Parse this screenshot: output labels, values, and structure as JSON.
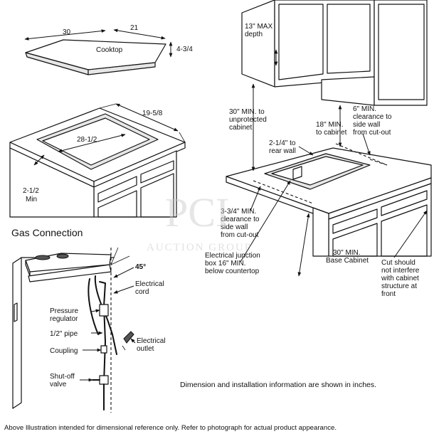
{
  "cooktop": {
    "label": "Cooktop",
    "width": "30",
    "depth": "21",
    "height": "4-3/4"
  },
  "cutout": {
    "depth_dim": "19-5/8",
    "width_dim": "28-1/2",
    "front_min_value": "2-1/2",
    "front_min_unit": "Min"
  },
  "cabinet_layout": {
    "max_depth": [
      "13\" MAX",
      "depth"
    ],
    "unprotected": [
      "30\" MIN. to",
      "unprotected",
      "cabinet"
    ],
    "to_cabinet": [
      "18\" MIN.",
      "to cabinet"
    ],
    "side_clearance_top": [
      "6\" MIN.",
      "clearance to",
      "side wall",
      "from cut-out"
    ],
    "rear_wall": [
      "2-1/4\" to",
      "rear wall"
    ],
    "side_clearance_left": [
      "3-3/4\" MIN.",
      "clearance to",
      "side wall",
      "from cut-out"
    ],
    "junction_box": [
      "Electrical junction",
      "box 16\" MIN.",
      "below countertop"
    ],
    "base_cabinet": [
      "30\" MIN.",
      "Base Cabinet"
    ],
    "cut_note": [
      "Cut should",
      "not interfere",
      "with cabinet",
      "structure at",
      "front"
    ]
  },
  "gas": {
    "title": "Gas Connection",
    "angle": "45°",
    "electrical_cord": [
      "Electrical",
      "cord"
    ],
    "pressure_regulator": [
      "Pressure",
      "regulator"
    ],
    "pipe": "1/2\" pipe",
    "coupling": "Coupling",
    "electrical_outlet": [
      "Electrical",
      "outlet"
    ],
    "shutoff_valve": [
      "Shut-off",
      "valve"
    ]
  },
  "watermark": {
    "logo": "PCI",
    "text": "AUCTION GROUP"
  },
  "note": "Dimension and installation information are shown in inches.",
  "footer": "Above Illustration intended for dimensional reference only. Refer to photograph for actual product appearance."
}
